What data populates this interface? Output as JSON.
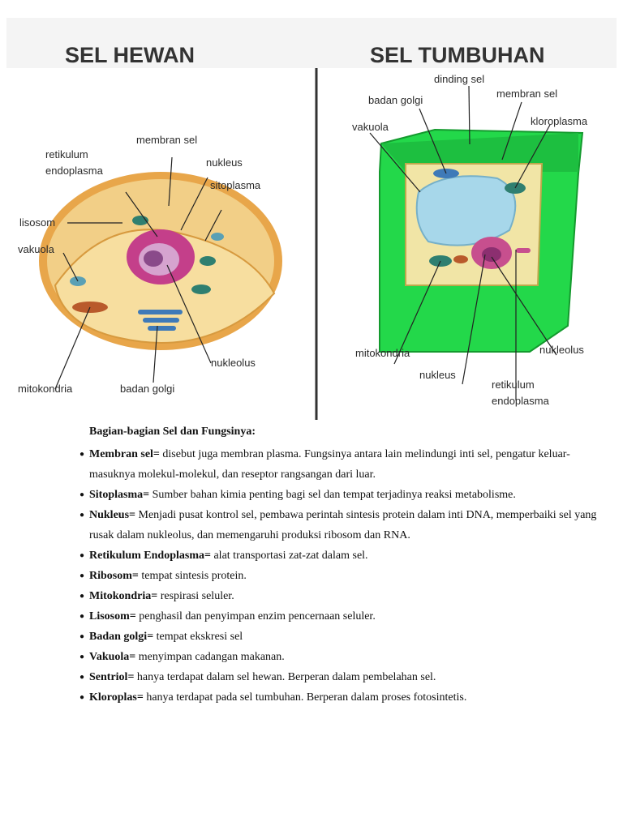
{
  "figure": {
    "animal": {
      "title": "SEL HEWAN",
      "labels": {
        "membran_sel": "membran sel",
        "retikulum_1": "retikulum",
        "retikulum_2": "endoplasma",
        "nukleus": "nukleus",
        "sitoplasma": "sitoplasma",
        "lisosom": "lisosom",
        "vakuola": "vakuola",
        "nukleolus": "nukleolus",
        "mitokondria": "mitokondria",
        "badan_golgi": "badan golgi"
      }
    },
    "plant": {
      "title": "SEL TUMBUHAN",
      "labels": {
        "dinding_sel": "dinding sel",
        "badan_golgi": "badan golgi",
        "membran_sel": "membran sel",
        "vakuola": "vakuola",
        "kloroplasma": "kloroplasma",
        "mitokondria": "mitokondria",
        "nukleolus": "nukleolus",
        "nukleus": "nukleus",
        "retikulum_1": "retikulum",
        "retikulum_2": "endoplasma"
      }
    }
  },
  "text": {
    "heading": "Bagian-bagian Sel dan Fungsinya:",
    "bullet": "●",
    "items": [
      {
        "term": "Membran sel=",
        "desc": " disebut juga membran plasma. Fungsinya antara lain melindungi inti sel, pengatur keluar-masuknya molekul-molekul, dan reseptor rangsangan dari luar."
      },
      {
        "term": "Sitoplasma=",
        "desc": " Sumber bahan kimia penting bagi sel dan tempat terjadinya reaksi metabolisme."
      },
      {
        "term": "Nukleus=",
        "desc": " Menjadi pusat kontrol sel, pembawa perintah sintesis protein dalam inti DNA, memperbaiki sel yang rusak dalam nukleolus, dan memengaruhi produksi ribosom dan RNA."
      },
      {
        "term": "Retikulum Endoplasma=",
        "desc": " alat transportasi zat-zat dalam sel."
      },
      {
        "term": "Ribosom=",
        "desc": " tempat sintesis protein."
      },
      {
        "term": "Mitokondria=",
        "desc": " respirasi seluler."
      },
      {
        "term": "Lisosom=",
        "desc": " penghasil dan penyimpan enzim pencernaan seluler."
      },
      {
        "term": "Badan golgi=",
        "desc": " tempat ekskresi sel"
      },
      {
        "term": "Vakuola=",
        "desc": " menyimpan cadangan makanan."
      },
      {
        "term": "Sentriol=",
        "desc": " hanya terdapat dalam sel hewan. Berperan dalam pembelahan sel."
      },
      {
        "term": "Kloroplas=",
        "desc": " hanya terdapat pada sel tumbuhan. Berperan dalam proses fotosintetis."
      }
    ]
  }
}
